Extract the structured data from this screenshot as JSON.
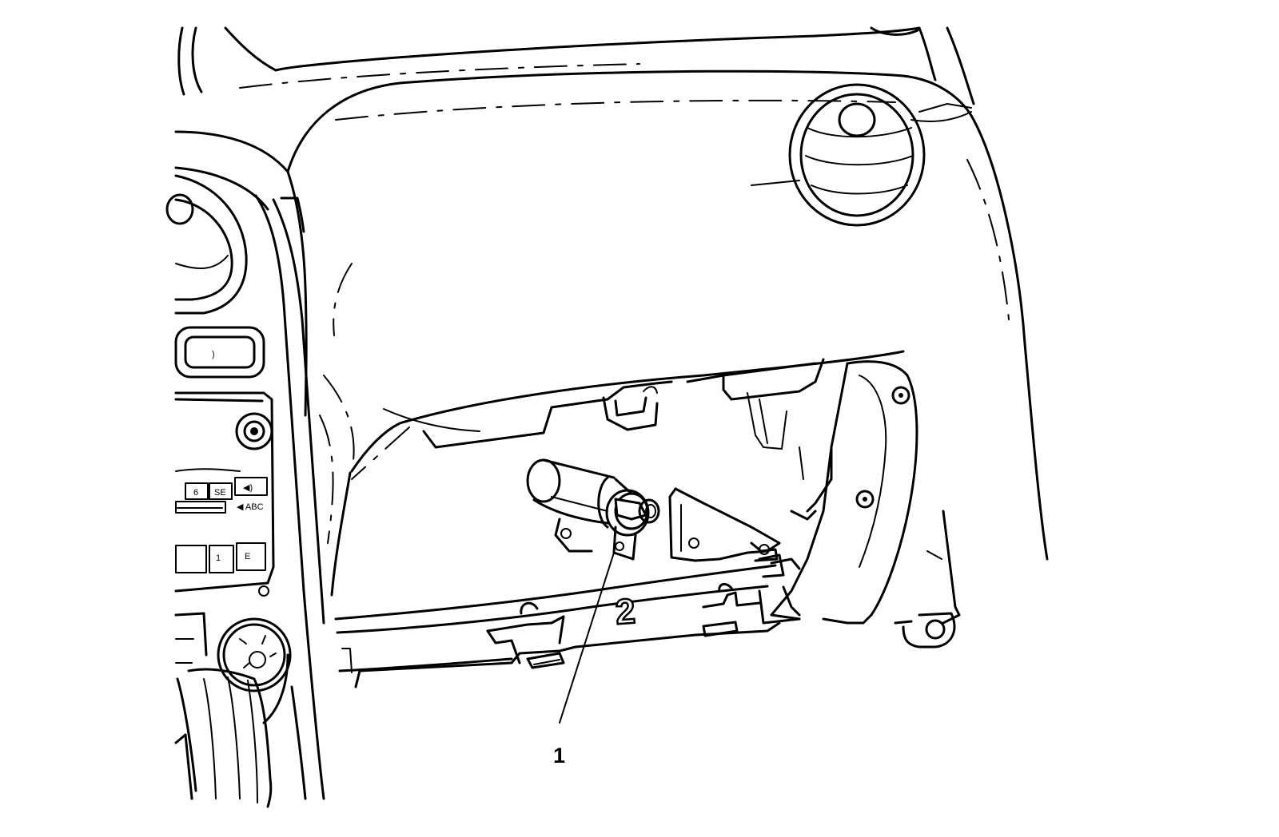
{
  "callouts": [
    {
      "label": "1",
      "target": "glove-box-lock-cylinder"
    }
  ],
  "panel_marking": "2",
  "radio_buttons": {
    "row1": [
      "6",
      "SE",
      "◀)"
    ],
    "row1_right": "◀ ABC",
    "row2": [
      "1",
      "E"
    ]
  }
}
